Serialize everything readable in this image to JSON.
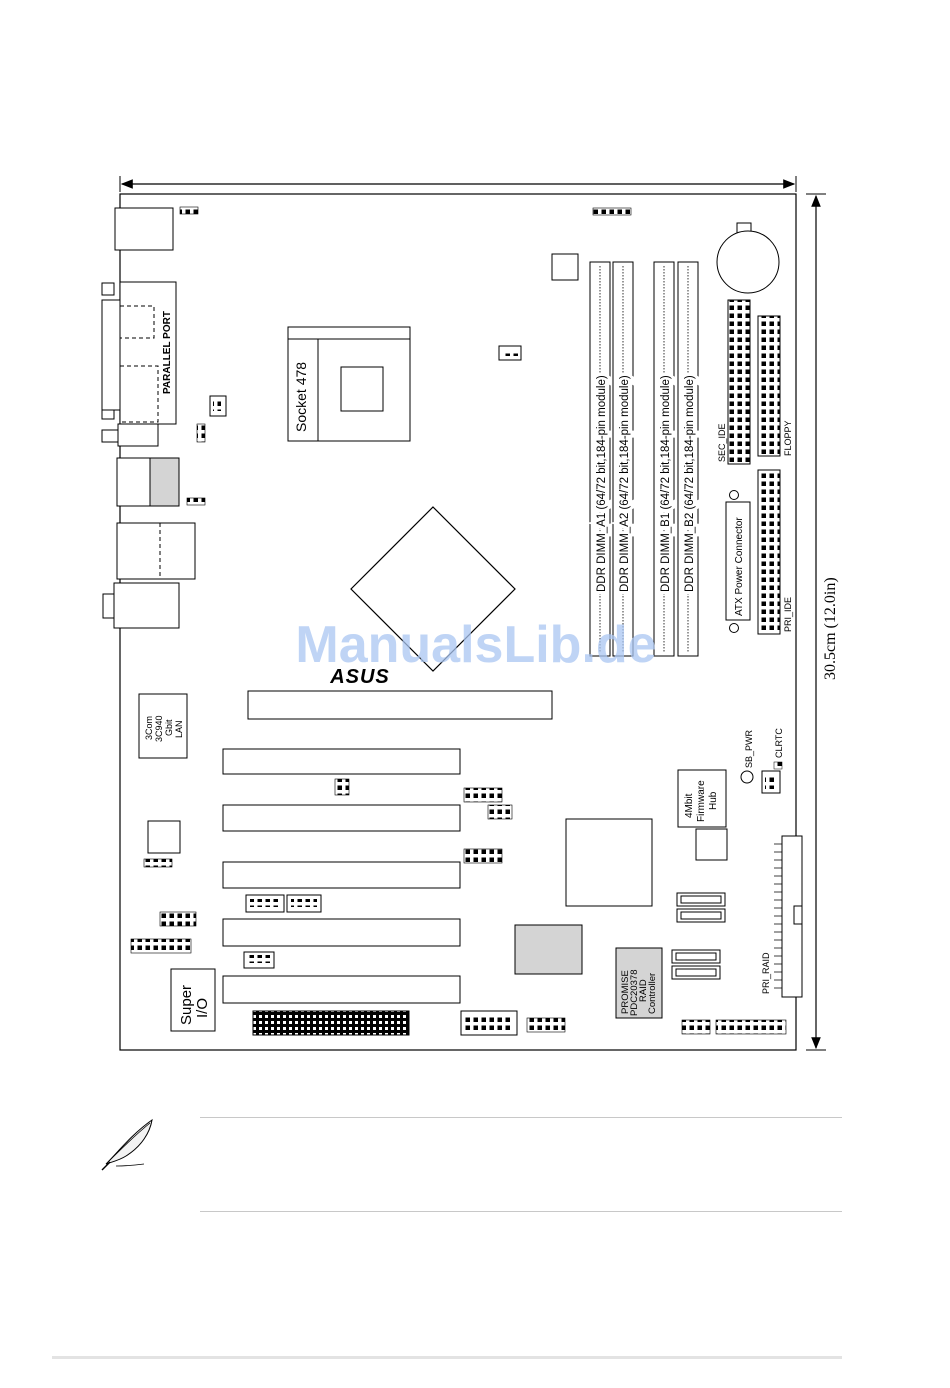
{
  "board": {
    "dimension_label": "30.5cm (12.0in)",
    "parallel_port": "PARALLEL PORT",
    "socket": "Socket 478",
    "brand_logo": "ASUS",
    "lan_chip": [
      "3Com",
      "3C940",
      "Gbit",
      "LAN"
    ],
    "super_io": [
      "Super",
      "I/O"
    ],
    "firmware_hub": [
      "4Mbit",
      "Firmware",
      "Hub"
    ],
    "raid_controller": [
      "PROMISE",
      "PDC20378",
      "RAID",
      "Controller"
    ],
    "dimm_slots": [
      "DDR DIMM_A1 (64/72 bit,184-pin module)",
      "DDR DIMM_A2 (64/72 bit,184-pin module)",
      "DDR DIMM_B1 (64/72 bit,184-pin module)",
      "DDR DIMM_B2 (64/72 bit,184-pin module)"
    ],
    "connectors": {
      "sec_ide": "SEC_IDE",
      "floppy": "FLOPPY",
      "atx_power": "ATX Power Connector",
      "pri_ide": "PRI_IDE",
      "sb_pwr": "SB_PWR",
      "clrtc": "CLRTC",
      "pri_raid": "PRI_RAID"
    }
  },
  "watermark": "ManualsLib.de",
  "colors": {
    "outline": "#000000",
    "chip_gray": "#d4d4d4",
    "watermark": "#a9c6f2",
    "rule": "#c8c8c8"
  },
  "icons": {
    "note": "feather-quill-icon"
  }
}
